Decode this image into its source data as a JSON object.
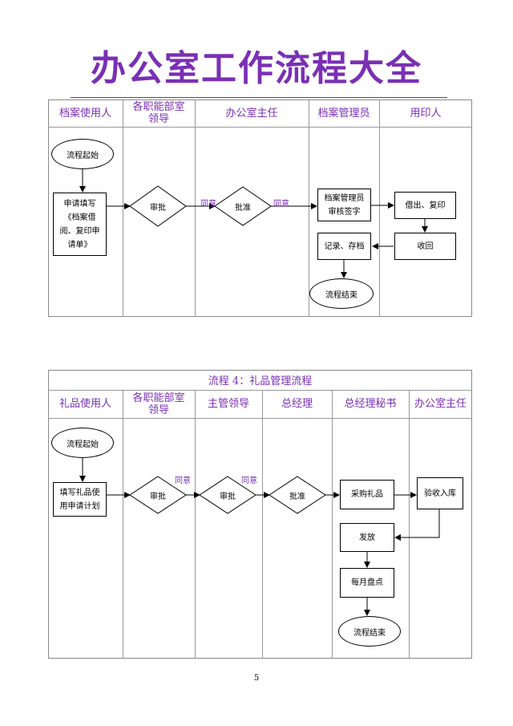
{
  "page_title": "办公室工作流程大全",
  "page_number": "5",
  "flow1": {
    "lanes": [
      "档案使用人",
      "各职能部室\n领导",
      "办公室主任",
      "档案管理员",
      "用印人"
    ],
    "nodes": {
      "start": "流程起始",
      "apply": "申请填写\n《档案借\n阅、复印申\n请单》",
      "approve1": "审批",
      "approve2": "批准",
      "review": "档案管理员\n审核签字",
      "lend": "借出、复印",
      "retrieve": "收回",
      "archive": "记录、存档",
      "end": "流程结束"
    },
    "agree1": "同意",
    "agree2": "同意"
  },
  "flow2": {
    "title": "流程 4：礼品管理流程",
    "lanes": [
      "礼品使用人",
      "各职能部室\n领导",
      "主管领导",
      "总经理",
      "总经理秘书",
      "办公室主任"
    ],
    "nodes": {
      "start": "流程起始",
      "apply": "填写礼品使\n用申请计划",
      "approve1": "审批",
      "approve2": "审批",
      "approve3": "批准",
      "purchase": "采购礼品",
      "accept": "验收入库",
      "distribute": "发放",
      "monthly": "每月盘点",
      "end": "流程结束"
    },
    "agree1": "同意",
    "agree2": "同意"
  }
}
